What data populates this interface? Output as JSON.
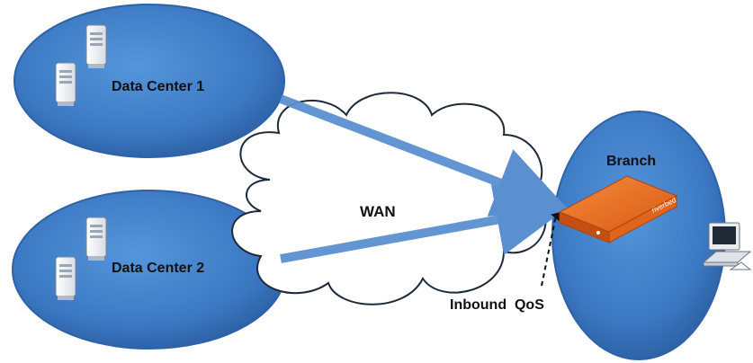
{
  "labels": {
    "dc1": "Data Center 1",
    "dc2": "Data Center 2",
    "wan": "WAN",
    "branch": "Branch",
    "inbound_qos": "Inbound  QoS",
    "appliance_brand": "riverbed"
  },
  "colors": {
    "ellipse_fill": "#3f80c9",
    "ellipse_edge": "#1f4f8f",
    "link_arrow": "#5b8fd0",
    "appliance": "#e8661e",
    "cloud_outline": "#1e2a3a"
  },
  "icons": {
    "datacenter": "server-icon",
    "branch_device": "riverbed-appliance-icon",
    "client": "desktop-computer-icon"
  }
}
